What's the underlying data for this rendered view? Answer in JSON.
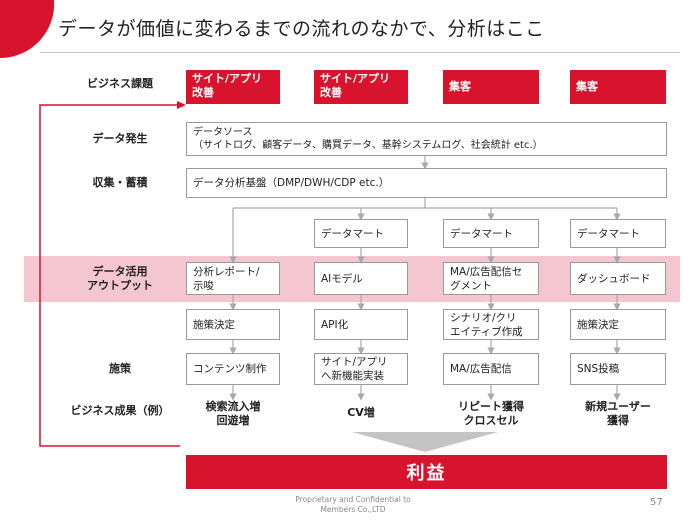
{
  "title": "データが価値に変わるまでの流れのなかで、分析はここ",
  "row_labels": {
    "business_issue": "ビジネス課題",
    "data_generation": "データ発生",
    "collection": "収集・蓄積",
    "data_output": "データ活用\nアウトプット",
    "measures": "施策",
    "business_result": "ビジネス成果（例）"
  },
  "issues": [
    "サイト/アプリ\n改善",
    "サイト/アプリ\n改善",
    "集客",
    "集客"
  ],
  "data_source": "データソース\n（サイトログ、顧客データ、購買データ、基幹システムログ、社会統計 etc.）",
  "platform": "データ分析基盤（DMP/DWH/CDP etc.）",
  "data_marts": [
    "データマート",
    "データマート",
    "データマート"
  ],
  "outputs": [
    "分析レポート/\n示唆",
    "AIモデル",
    "MA/広告配信セ\nグメント",
    "ダッシュボード"
  ],
  "decisions": [
    "施策決定",
    "API化",
    "シナリオ/クリ\nエイティブ作成",
    "施策決定"
  ],
  "actions": [
    "コンテンツ制作",
    "サイト/アプリ\nへ新機能実装",
    "MA/広告配信",
    "SNS投稿"
  ],
  "results": [
    "検索流入増\n回遊増",
    "CV増",
    "リピート獲得\nクロスセル",
    "新規ユーザー\n獲得"
  ],
  "profit": "利益",
  "footer": "Proprietary and Confidential to\nMembers Co.,LTD",
  "page_number": "57",
  "colors": {
    "accent_red": "#d7132d",
    "band_pink": "#f4c6cf",
    "arrow_gray": "#a8a8a8"
  }
}
